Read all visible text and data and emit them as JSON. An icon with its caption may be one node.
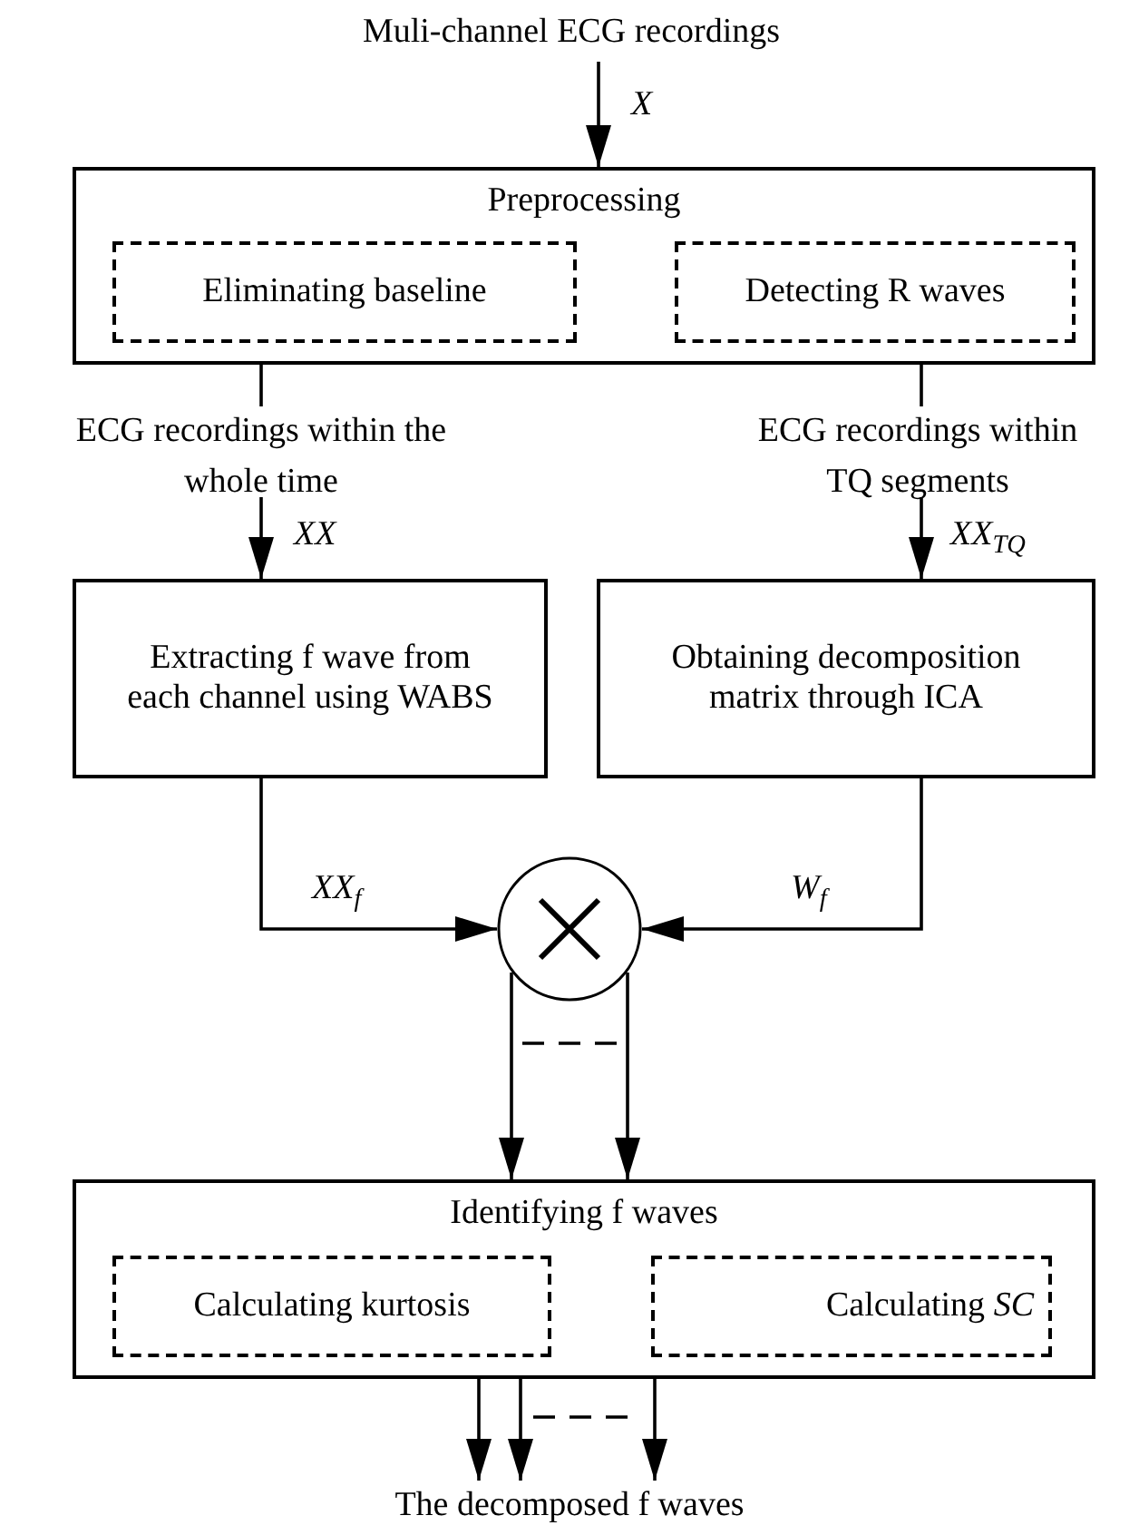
{
  "diagram": {
    "nodes": [
      {
        "text": [
          "Muli-channel ECG recordings"
        ]
      },
      {
        "text": [
          "Preprocessing"
        ]
      },
      {
        "text": [
          "Eliminating baseline"
        ],
        "in": 1
      },
      {
        "text": [
          "Detecting R waves"
        ],
        "in": 1
      },
      {
        "text": [
          "ECG recordings within the whole time"
        ]
      },
      {
        "text": [
          "ECG recordings within TQ segments"
        ]
      },
      {
        "text": [
          "Extracting f wave from each channel using WABS"
        ]
      },
      {
        "text": [
          "Obtaining decomposition matrix through ICA"
        ]
      },
      {
        "text": [],
        "shape": "circle"
      },
      {
        "text": [
          "Identifying f waves"
        ]
      },
      {
        "text": [
          "Calculating kurtosis"
        ],
        "in": 9
      },
      {
        "text": [
          "Calculating *SC*"
        ],
        "in": 9
      },
      {
        "text": [
          "The decomposed f waves"
        ]
      }
    ],
    "edges": [
      {
        "from": 0,
        "to": 1,
        "arrow": "to",
        "label": "X"
      },
      {
        "from": 1,
        "to": 4,
        "arrow": "none"
      },
      {
        "from": 4,
        "to": 6,
        "arrow": "to",
        "label": "XX"
      },
      {
        "from": 1,
        "to": 5,
        "arrow": "none"
      },
      {
        "from": 5,
        "to": 7,
        "arrow": "to",
        "label": "XX$_{TQ}$"
      },
      {
        "from": 6,
        "to": 8,
        "arrow": "to",
        "label": "XX$_{f}$"
      },
      {
        "from": 7,
        "to": 8,
        "arrow": "to",
        "label": "W$_{f}$"
      },
      {
        "from": 8,
        "to": 9,
        "arrow": "to"
      },
      {
        "from": 8,
        "to": 9,
        "arrow": "to"
      },
      {
        "from": 9,
        "to": 12,
        "arrow": "to"
      },
      {
        "from": 9,
        "to": 12,
        "arrow": "to"
      },
      {
        "from": 9,
        "to": 12,
        "arrow": "to"
      }
    ]
  }
}
